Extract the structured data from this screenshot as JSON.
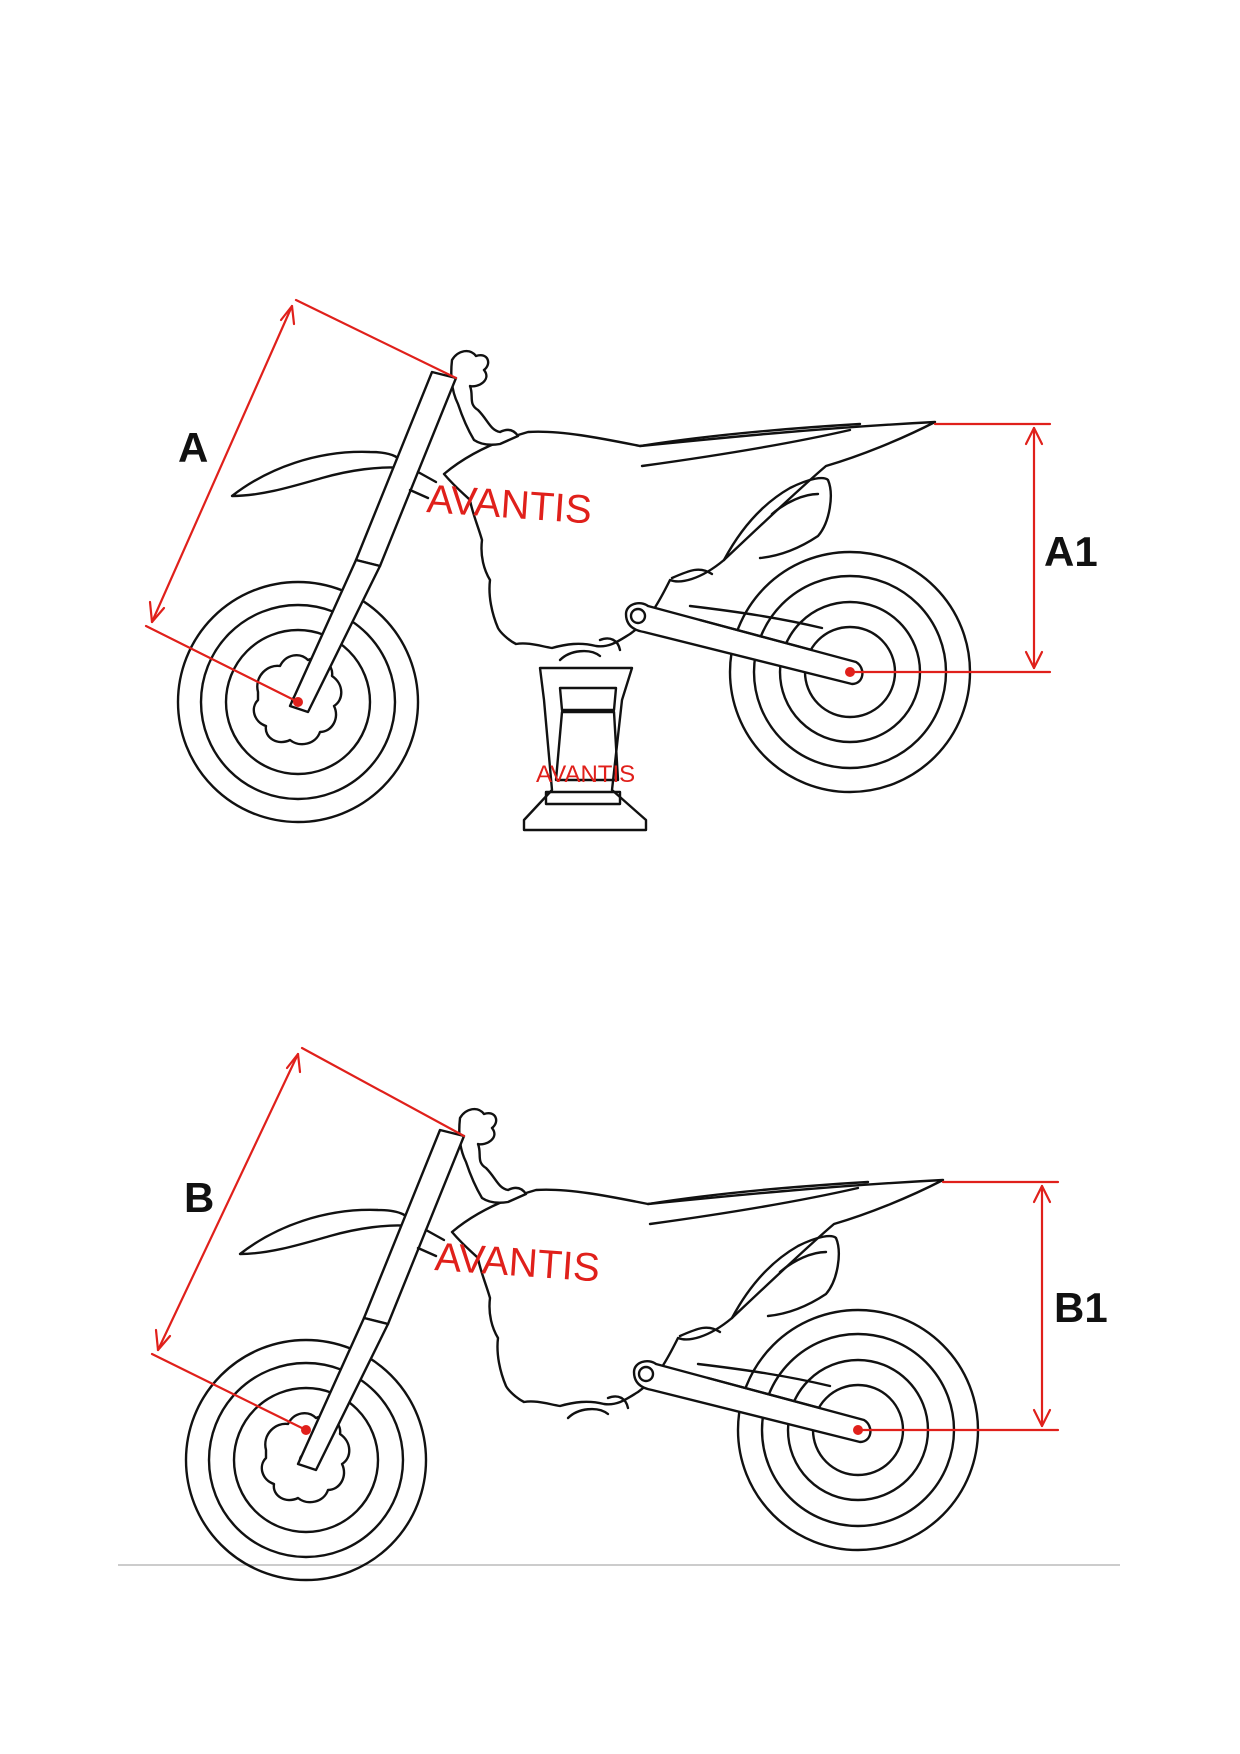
{
  "diagram_top": {
    "brand": "AVANTIS",
    "stand_brand": "AVANTIS",
    "label_fork": "A",
    "label_rear": "A1"
  },
  "diagram_bottom": {
    "brand": "AVANTIS",
    "label_fork": "B",
    "label_rear": "B1"
  },
  "colors": {
    "outline": "#111111",
    "dimension": "#e0201b"
  }
}
